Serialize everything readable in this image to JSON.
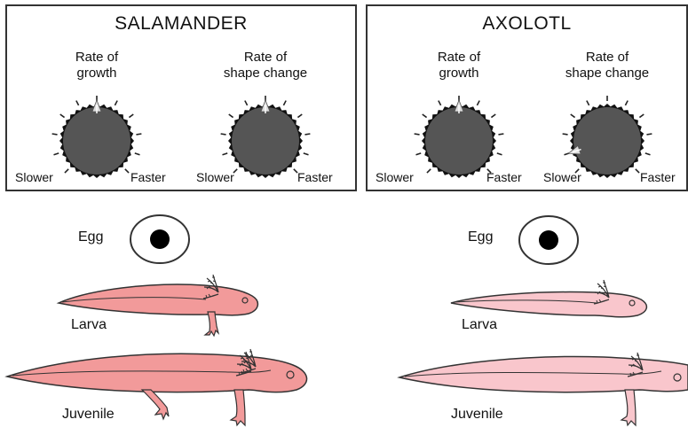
{
  "panels": {
    "salamander": {
      "title": "SALAMANDER",
      "growth": {
        "label_line1": "Rate of",
        "label_line2": "growth",
        "slower": "Slower",
        "faster": "Faster",
        "setting": 0.5
      },
      "shape": {
        "label_line1": "Rate of",
        "label_line2": "shape change",
        "slower": "Slower",
        "faster": "Faster",
        "setting": 0.5
      }
    },
    "axolotl": {
      "title": "AXOLOTL",
      "growth": {
        "label_line1": "Rate of",
        "label_line2": "growth",
        "slower": "Slower",
        "faster": "Faster",
        "setting": 0.5
      },
      "shape": {
        "label_line1": "Rate of",
        "label_line2": "shape change",
        "slower": "Slower",
        "faster": "Faster",
        "setting": 0.1
      }
    }
  },
  "stages": {
    "salamander": {
      "egg": "Egg",
      "larva": "Larva",
      "juvenile": "Juvenile",
      "color": "#f29a9a"
    },
    "axolotl": {
      "egg": "Egg",
      "larva": "Larva",
      "juvenile": "Juvenile",
      "color": "#f9c6cc"
    }
  },
  "colors": {
    "dial": "#555555",
    "outline": "#333333"
  }
}
